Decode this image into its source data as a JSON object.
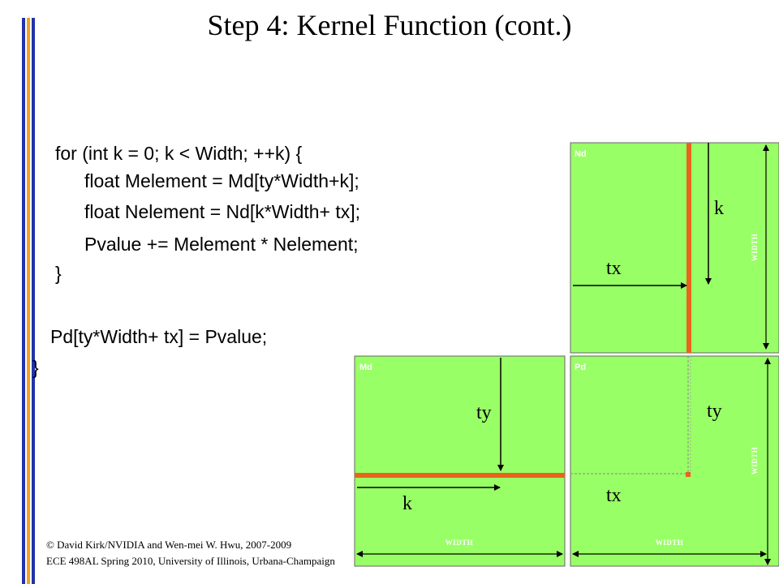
{
  "slide": {
    "title": "Step 4: Kernel Function  (cont.)",
    "code_lines": [
      "for (int k = 0; k < Width; ++k) {",
      "float Melement = Md[ty*Width+k];",
      "float Nelement = Nd[k*Width+ tx];",
      "Pvalue += Melement * Nelement;",
      "}",
      "Pd[ty*Width+ tx] = Pvalue;",
      "}"
    ],
    "footer": {
      "line1": "© David Kirk/NVIDIA and Wen-mei W. Hwu, 2007-2009",
      "line2": "ECE 498AL Spring 2010, University of Illinois, Urbana-Champaign"
    },
    "colors": {
      "bar_blue": "#2233aa",
      "bar_orange": "#f4a020",
      "matrix_fill": "#99ff66",
      "highlight": "#e8641c"
    }
  },
  "diagram": {
    "nd": {
      "label": "Nd",
      "width_label": "WIDTH",
      "var_k": "k",
      "var_tx": "tx"
    },
    "md": {
      "label": "Md",
      "width_label": "WIDTH",
      "var_ty": "ty",
      "var_k": "k"
    },
    "pd": {
      "label": "Pd",
      "width_label_bottom": "WIDTH",
      "width_label_right": "WIDTH",
      "var_ty": "ty",
      "var_tx": "tx"
    }
  }
}
